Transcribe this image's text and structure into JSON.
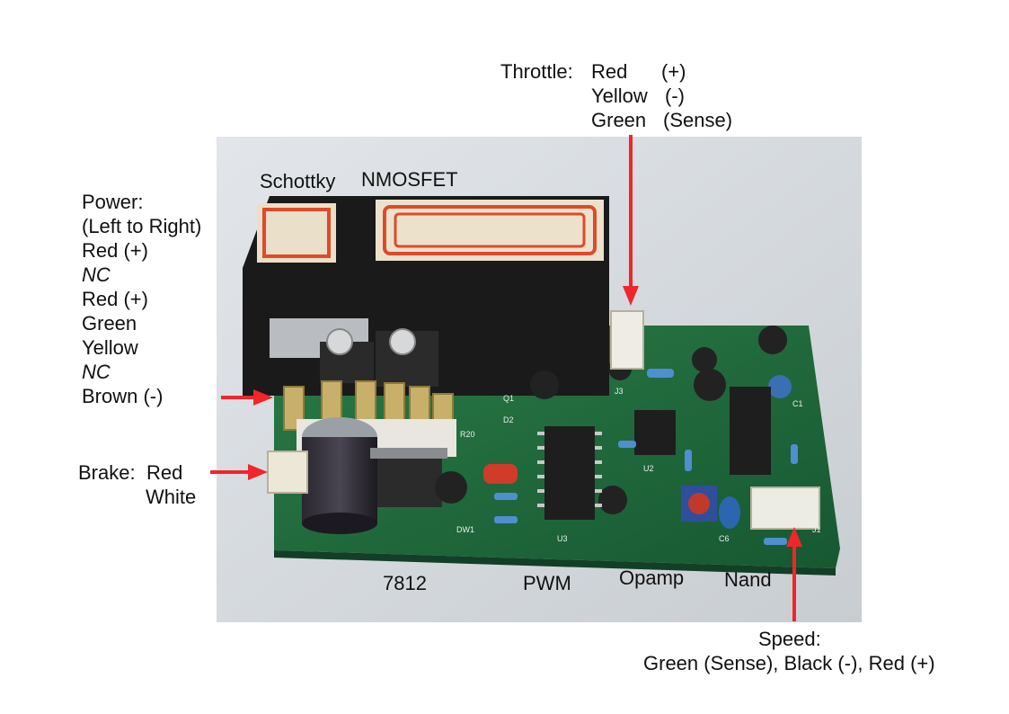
{
  "labels": {
    "throttle_title": "Throttle:",
    "throttle_red": "Red",
    "throttle_red_pol": "(+)",
    "throttle_yellow": "Yellow",
    "throttle_yellow_pol": "(-)",
    "throttle_green": "Green",
    "throttle_green_pol": "(Sense)",
    "schottky": "Schottky",
    "nmosfet": "NMOSFET",
    "power_title": "Power:",
    "power_order": "(Left to Right)",
    "power_1": "Red (+)",
    "power_2": "NC",
    "power_3": "Red (+)",
    "power_4": "Green",
    "power_5": "Yellow",
    "power_6": "NC",
    "power_7": "Brown (-)",
    "brake_title": "Brake:",
    "brake_red": "Red",
    "brake_white": "White",
    "reg_7812": "7812",
    "pwm": "PWM",
    "opamp": "Opamp",
    "nand": "Nand",
    "speed_title": "Speed:",
    "speed_wires": "Green (Sense), Black (-), Red (+)"
  },
  "silkscreen": {
    "u3": "U3",
    "u2": "U2",
    "dw1": "DW1",
    "r20": "R20",
    "c6": "C6",
    "c1": "C1",
    "d2": "D2",
    "j1": "J1",
    "j3": "J3",
    "q1": "Q1"
  },
  "colors": {
    "arrow": "#f0262a",
    "pcb": "#1f6b3c",
    "photo_bg": "#d9dee2"
  }
}
